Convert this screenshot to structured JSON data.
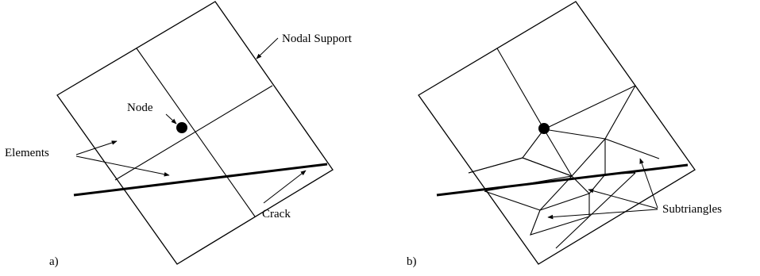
{
  "panel_a": {
    "label": "a)",
    "nodal_support_label": "Nodal Support",
    "node_label": "Node",
    "elements_label": "Elements",
    "crack_label": "Crack"
  },
  "panel_b": {
    "label": "b)",
    "subtriangles_label": "Subtriangles"
  },
  "colors": {
    "ink": "#000000",
    "background": "#ffffff"
  }
}
